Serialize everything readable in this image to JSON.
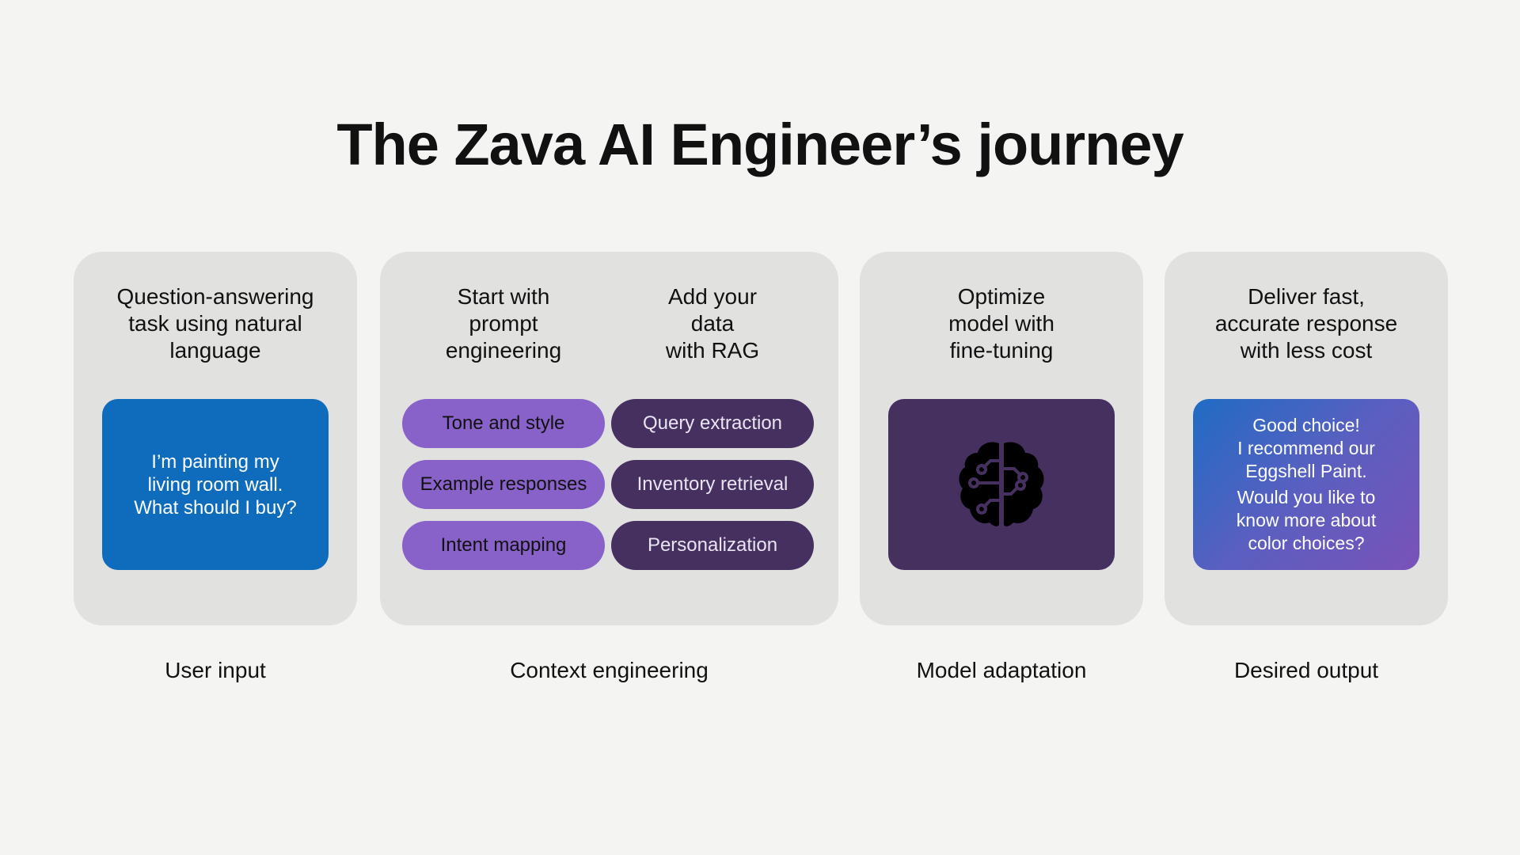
{
  "title": "The Zava AI Engineer’s journey",
  "colors": {
    "background": "#f4f4f2",
    "card": "#e1e1e0",
    "user_input_box": "#0f6cbd",
    "prompt_pill": "#8862c8",
    "rag_pill": "#45305f",
    "model_box": "#45305f",
    "output_gradient_start": "#1f6cc4",
    "output_gradient_end": "#7a52b8"
  },
  "user_input": {
    "heading": "Question-answering\ntask using natural\nlanguage",
    "message": "I’m painting my\nliving room wall.\nWhat should I buy?",
    "caption": "User input"
  },
  "context_engineering": {
    "prompt_heading": "Start with\nprompt\nengineering",
    "rag_heading": "Add your\ndata\nwith RAG",
    "prompt_items": [
      "Tone and style",
      "Example responses",
      "Intent mapping"
    ],
    "rag_items": [
      "Query extraction",
      "Inventory retrieval",
      "Personalization"
    ],
    "caption": "Context engineering"
  },
  "model_adaptation": {
    "heading": "Optimize\nmodel with\nfine-tuning",
    "icon": "brain-circuit-icon",
    "caption": "Model adaptation"
  },
  "desired_output": {
    "heading": "Deliver fast,\naccurate response\nwith less cost",
    "message_line1": "Good choice!\nI recommend our\nEggshell Paint.",
    "message_line2": "Would you like to\nknow more about\ncolor choices?",
    "caption": "Desired output"
  }
}
